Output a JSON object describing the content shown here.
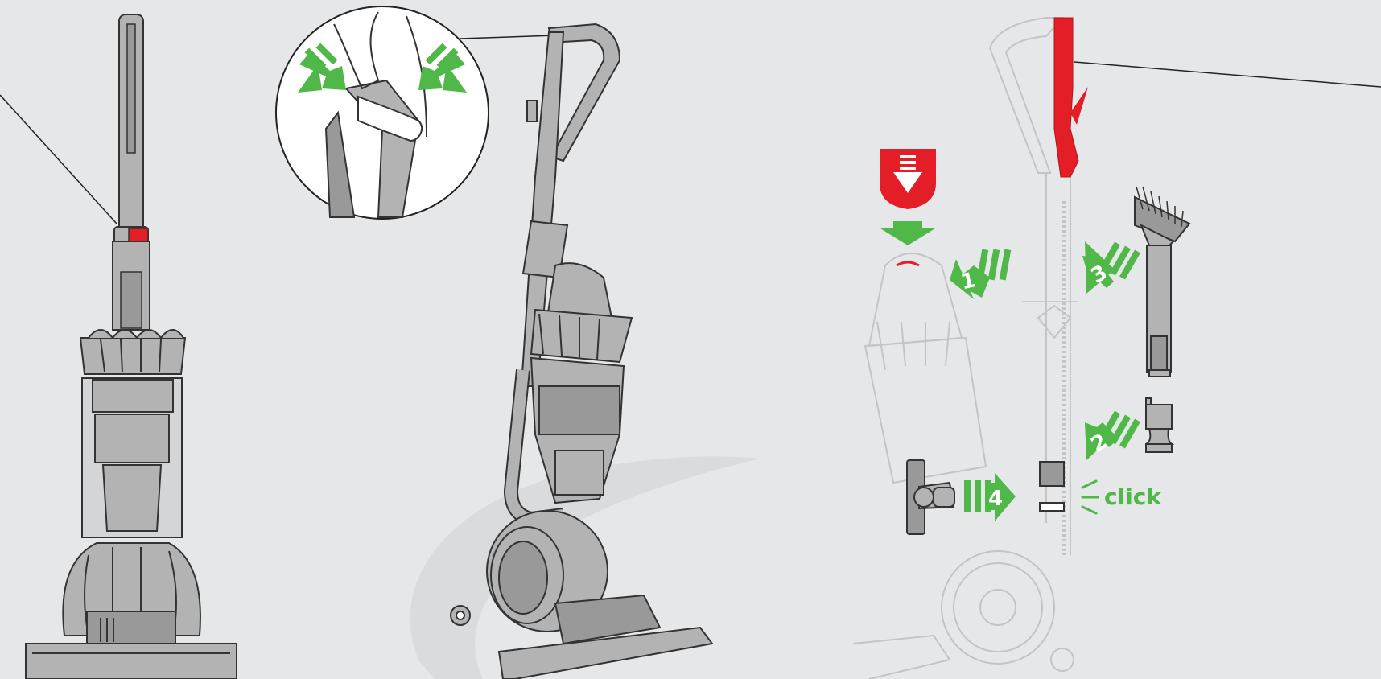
{
  "colors": {
    "background": "#e6e7e8",
    "body_grey": "#b3b3b3",
    "dark_grey": "#999999",
    "outline": "#333333",
    "faded_outline": "#c4c4c4",
    "accent_red": "#e41e26",
    "arrow_green": "#4fb848"
  },
  "steps": [
    {
      "number": "1",
      "icon": "arrow-upleft-icon"
    },
    {
      "number": "2",
      "icon": "arrow-downleft-icon"
    },
    {
      "number": "3",
      "icon": "arrow-downleft-icon"
    },
    {
      "number": "4",
      "icon": "arrow-right-icon"
    }
  ],
  "click_label": "click",
  "icons": [
    "release-button-icon",
    "squeeze-arrows-icon",
    "down-arrow-icon"
  ]
}
